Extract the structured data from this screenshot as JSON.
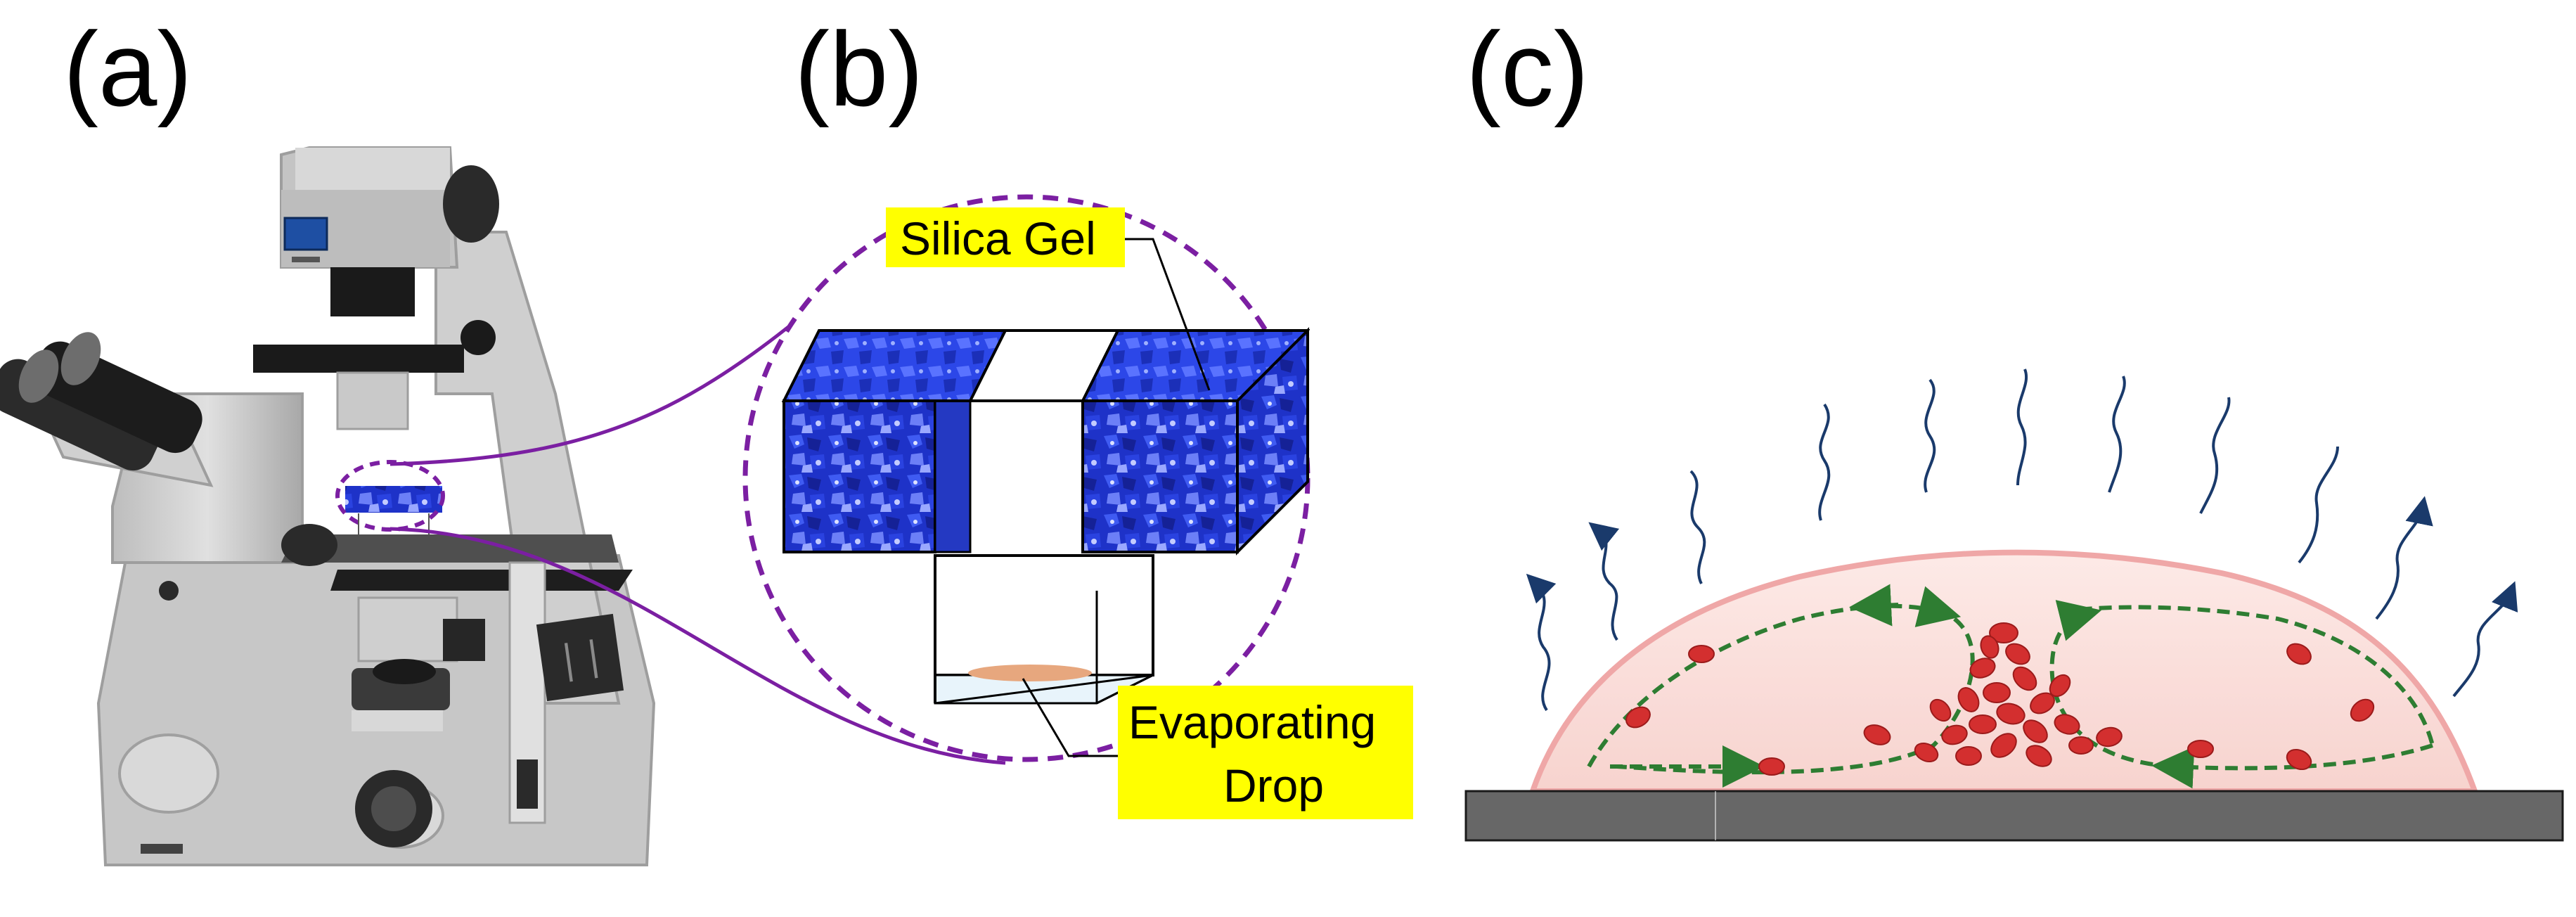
{
  "panels": {
    "a": {
      "letter": "(a)"
    },
    "b": {
      "letter": "(b)"
    },
    "c": {
      "letter": "(c)"
    }
  },
  "callouts": {
    "silica_gel": "Silica Gel",
    "evaporating_line1": "Evaporating",
    "evaporating_line2": "Drop"
  },
  "colors": {
    "callout_bg": "#ffff00",
    "zoom_line": "#7b1fa2",
    "silica_blue": "#1f35d6",
    "drop_fill": "#fbe3df",
    "drop_edge": "#ef9a9a",
    "flow_arrow": "#2e7d32",
    "cells": "#d32f2f",
    "substrate": "#616161",
    "vapor": "#1a3a6b",
    "microscope_body": "#d6d6d6"
  },
  "icons": {
    "flow": "dashed-arrow-icon",
    "vapor": "wavy-arrow-icon"
  }
}
